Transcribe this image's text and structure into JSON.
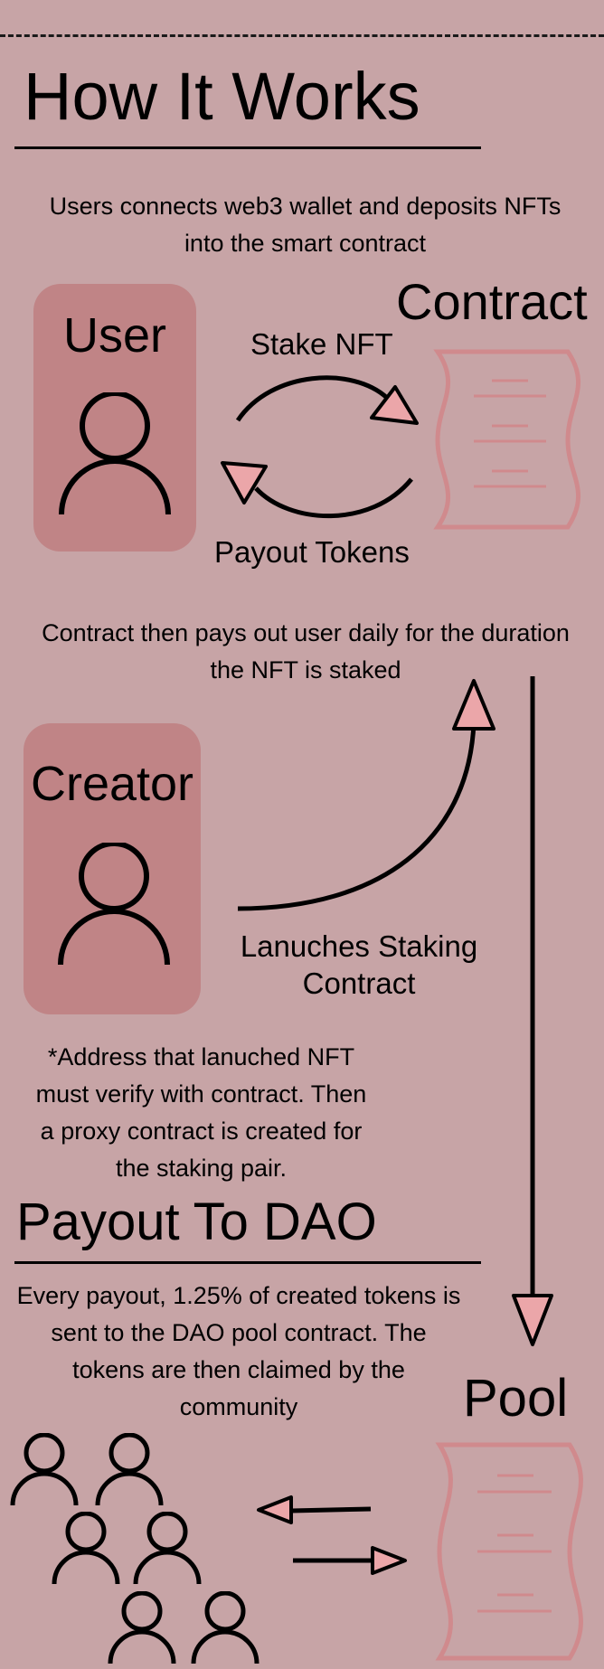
{
  "page": {
    "title": "How It Works",
    "intro": "Users connects web3 wallet and deposits NFTs into the smart contract"
  },
  "flow1": {
    "user_label": "User",
    "contract_label": "Contract",
    "stake_label": "Stake NFT",
    "payout_label": "Payout Tokens"
  },
  "flow2": {
    "description": "Contract then pays out user daily for the duration the NFT is staked",
    "creator_label": "Creator",
    "launch_label": "Lanuches Staking Contract",
    "note": "*Address that lanuched NFT must verify with contract. Then a proxy contract is created for the staking pair."
  },
  "dao": {
    "title": "Payout To DAO",
    "description": "Every payout, 1.25% of created tokens is sent to the DAO pool contract. The tokens are then claimed by the community",
    "pool_label": "Pool"
  },
  "colors": {
    "background": "#c7a4a6",
    "card": "#c08486",
    "arrowhead": "#eba6a9",
    "document_stroke": "#d08a8d"
  },
  "icons": [
    "person-icon",
    "document-icon",
    "arrow-icon"
  ]
}
